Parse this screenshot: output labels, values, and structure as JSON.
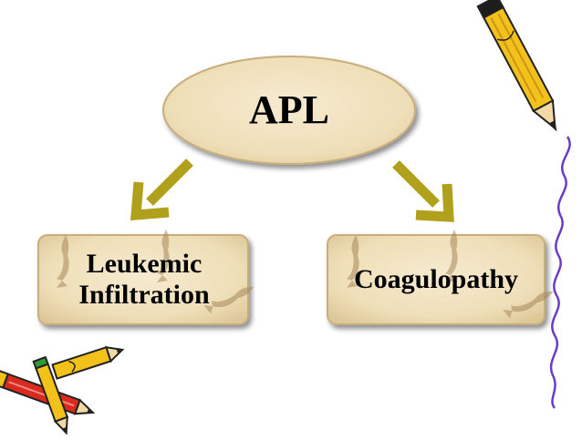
{
  "diagram": {
    "root": {
      "text": "APL"
    },
    "children": [
      {
        "text": "Leukemic\nInfiltration"
      },
      {
        "text": "Coagulopathy"
      }
    ],
    "colors": {
      "parchment": "#efdfb8",
      "parchment_edge": "#c8ae7c",
      "arrow": "#b0a01c",
      "wavy_line": "#6a3dc6",
      "pencil_yellow": "#f2c21a",
      "pencil_red": "#d82a1e",
      "pencil_green": "#2e9a3a"
    },
    "decorations": [
      "pencil-icon",
      "crossed-pencils-icon",
      "wavy-line",
      "fossil-fish-texture"
    ]
  }
}
